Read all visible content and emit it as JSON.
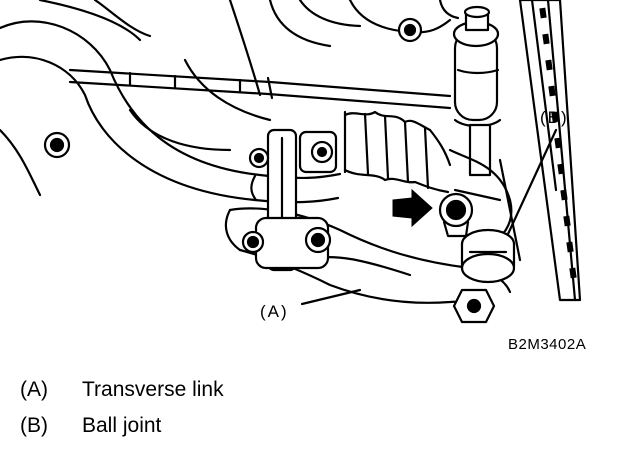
{
  "diagram": {
    "callouts": {
      "a": "(A)",
      "b": "(B)"
    },
    "figure_code": "B2M3402A"
  },
  "legend": [
    {
      "key": "(A)",
      "text": "Transverse link"
    },
    {
      "key": "(B)",
      "text": "Ball joint"
    }
  ]
}
